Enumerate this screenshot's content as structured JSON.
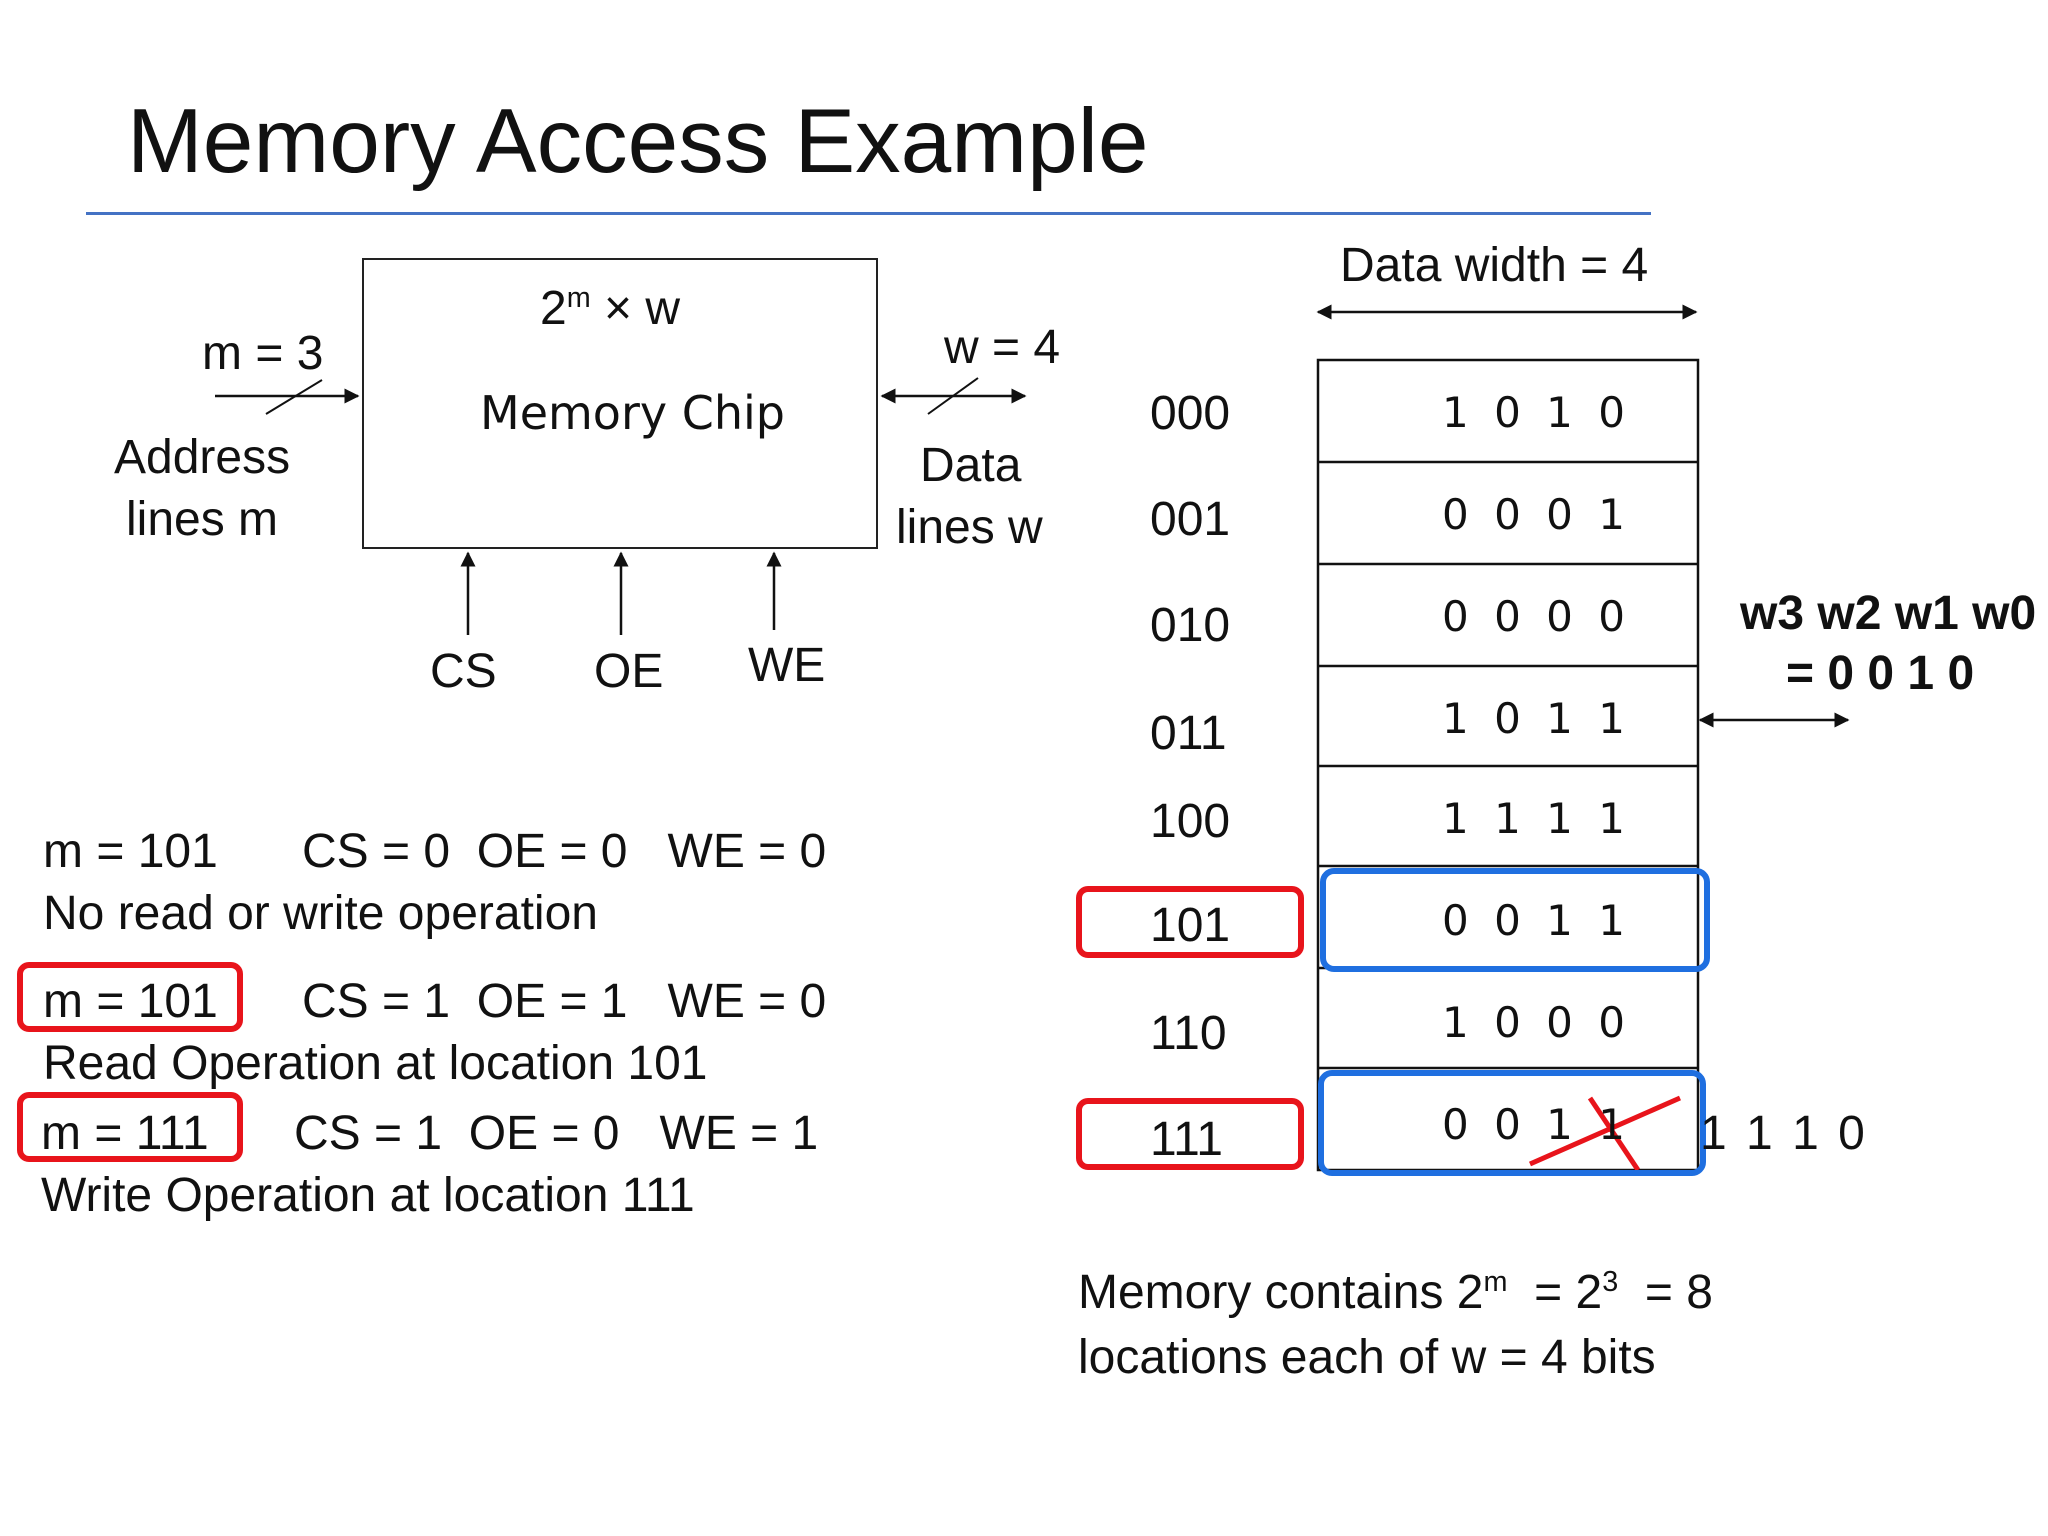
{
  "title": "Memory Access Example",
  "chip": {
    "size_base": "2",
    "size_exp": "m",
    "size_rest": " × w",
    "name": "Memory Chip",
    "addr_width": "m = 3",
    "addr_label_1": "Address",
    "addr_label_2": "lines m",
    "data_width": "w = 4",
    "data_label_1": "Data",
    "data_label_2": "lines w",
    "controls": [
      "CS",
      "OE",
      "WE"
    ]
  },
  "statements": [
    {
      "m": "m = 101",
      "signals": "CS = 0  OE = 0   WE = 0",
      "desc": "No read or write operation",
      "highlight": false
    },
    {
      "m": "m = 101",
      "signals": "CS = 1  OE = 1   WE = 0",
      "desc": "Read Operation at location 101",
      "highlight": true
    },
    {
      "m": "m = 111",
      "signals": "CS = 1  OE = 0   WE = 1",
      "desc": "Write Operation at location 111",
      "highlight": true
    }
  ],
  "memory": {
    "data_width_label": "Data width = 4",
    "rows": [
      {
        "address": "000",
        "value": "1 0 1 0"
      },
      {
        "address": "001",
        "value": "0 0 0 1"
      },
      {
        "address": "010",
        "value": "0 0 0 0"
      },
      {
        "address": "011",
        "value": "1 0 1 1"
      },
      {
        "address": "100",
        "value": "1 1 1 1"
      },
      {
        "address": "101",
        "value": "0 0 1 1"
      },
      {
        "address": "110",
        "value": "1 0 0 0"
      },
      {
        "address": "111",
        "value": "0 0 1 1"
      }
    ],
    "new_value": "1 1 1 0",
    "bit_labels": "w3 w2 w1 w0",
    "bit_values": "= 0 0 1 0"
  },
  "summary": {
    "line1_a": "Memory contains 2",
    "line1_exp1": "m",
    "line1_b": "  = 2",
    "line1_exp2": "3",
    "line1_c": "  = 8",
    "line2": "locations each of w = 4 bits"
  },
  "colors": {
    "highlight_red": "#e8141b",
    "highlight_blue": "#1f6fe0",
    "title_rule": "#4472c4"
  }
}
